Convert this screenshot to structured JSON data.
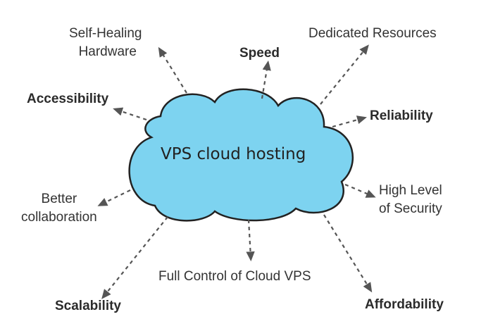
{
  "center": {
    "label": "VPS cloud hosting",
    "fill": "#7dd3f0",
    "stroke": "#222222"
  },
  "arrow_color": "#555555",
  "features": [
    {
      "id": "self-healing",
      "lines": [
        "Self-Healing",
        "Hardware"
      ]
    },
    {
      "id": "speed",
      "lines": [
        "Speed"
      ]
    },
    {
      "id": "dedicated-resources",
      "lines": [
        "Dedicated Resources"
      ]
    },
    {
      "id": "accessibility",
      "lines": [
        "Accessibility"
      ]
    },
    {
      "id": "reliability",
      "lines": [
        "Reliability"
      ]
    },
    {
      "id": "better-collaboration",
      "lines": [
        "Better",
        "collaboration"
      ]
    },
    {
      "id": "security",
      "lines": [
        "High Level",
        "of Security"
      ]
    },
    {
      "id": "scalability",
      "lines": [
        "Scalability"
      ]
    },
    {
      "id": "full-control",
      "lines": [
        "Full Control of Cloud VPS"
      ]
    },
    {
      "id": "affordability",
      "lines": [
        "Affordability"
      ]
    }
  ]
}
